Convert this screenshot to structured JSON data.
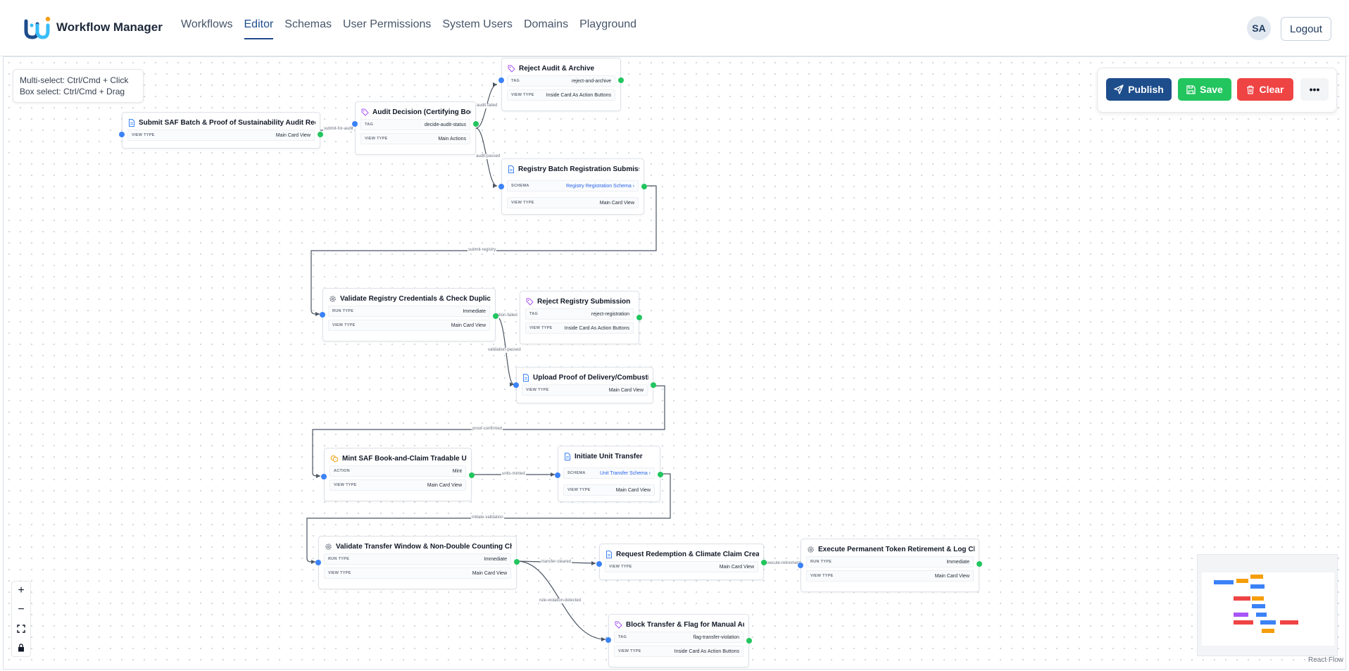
{
  "app": {
    "name": "Workflow Manager"
  },
  "nav": [
    {
      "label": "Workflows",
      "active": false
    },
    {
      "label": "Editor",
      "active": true
    },
    {
      "label": "Schemas",
      "active": false
    },
    {
      "label": "User Permissions",
      "active": false
    },
    {
      "label": "System Users",
      "active": false
    },
    {
      "label": "Domains",
      "active": false
    },
    {
      "label": "Playground",
      "active": false
    }
  ],
  "user": {
    "initials": "SA",
    "logout_label": "Logout"
  },
  "hint": {
    "line1": "Multi-select: Ctrl/Cmd + Click",
    "line2": "Box select: Ctrl/Cmd + Drag"
  },
  "toolbar": {
    "publish": "Publish",
    "save": "Save",
    "clear": "Clear",
    "more": "•••"
  },
  "colors": {
    "publish": "#1e4d8c",
    "save": "#22c55e",
    "clear": "#ef4444",
    "handle_in": "#3b82f6",
    "handle_out": "#22c55e"
  },
  "nodes": [
    {
      "id": "n1",
      "title": "Submit SAF Batch & Proof of Sustainability Audit Request",
      "icon": "document-icon",
      "rows": [
        {
          "key": "VIEW TYPE",
          "value": "Main Card View"
        }
      ]
    },
    {
      "id": "n2",
      "title": "Audit Decision (Certifying Body)",
      "icon": "tag-icon",
      "rows": [
        {
          "key": "TAG",
          "value": "decide-audit-status"
        },
        {
          "key": "VIEW TYPE",
          "value": "Main Actions"
        }
      ]
    },
    {
      "id": "n3",
      "title": "Reject Audit & Archive",
      "icon": "tag-icon",
      "rows": [
        {
          "key": "TAG",
          "value": "reject-and-archive"
        },
        {
          "key": "VIEW TYPE",
          "value": "Inside Card As Action Buttons"
        }
      ]
    },
    {
      "id": "n4",
      "title": "Registry Batch Registration Submission",
      "icon": "document-icon",
      "rows": [
        {
          "key": "SCHEMA",
          "value": "Registry Registration Schema",
          "link": true
        },
        {
          "key": "VIEW TYPE",
          "value": "Main Card View"
        }
      ]
    },
    {
      "id": "n5",
      "title": "Validate Registry Credentials & Check Duplicates",
      "icon": "gear-icon",
      "rows": [
        {
          "key": "RUN TYPE",
          "value": "Immediate"
        },
        {
          "key": "VIEW TYPE",
          "value": "Main Card View"
        }
      ]
    },
    {
      "id": "n6",
      "title": "Reject Registry Submission",
      "icon": "tag-icon",
      "rows": [
        {
          "key": "TAG",
          "value": "reject-registration"
        },
        {
          "key": "VIEW TYPE",
          "value": "Inside Card As Action Buttons"
        }
      ]
    },
    {
      "id": "n7",
      "title": "Upload Proof of Delivery/Combustion",
      "icon": "document-icon",
      "rows": [
        {
          "key": "VIEW TYPE",
          "value": "Main Card View"
        }
      ]
    },
    {
      "id": "n8",
      "title": "Mint SAF Book-and-Claim Tradable Units",
      "icon": "coins-icon",
      "rows": [
        {
          "key": "ACTION",
          "value": "Mint"
        },
        {
          "key": "VIEW TYPE",
          "value": "Main Card View"
        }
      ]
    },
    {
      "id": "n9",
      "title": "Initiate Unit Transfer",
      "icon": "document-icon",
      "rows": [
        {
          "key": "SCHEMA",
          "value": "Unit Transfer Schema",
          "link": true
        },
        {
          "key": "VIEW TYPE",
          "value": "Main Card View"
        }
      ]
    },
    {
      "id": "n10",
      "title": "Validate Transfer Window & Non-Double Counting Check",
      "icon": "gear-icon",
      "rows": [
        {
          "key": "RUN TYPE",
          "value": "Immediate"
        },
        {
          "key": "VIEW TYPE",
          "value": "Main Card View"
        }
      ]
    },
    {
      "id": "n11",
      "title": "Request Redemption & Climate Claim Creation",
      "icon": "document-icon",
      "rows": [
        {
          "key": "VIEW TYPE",
          "value": "Main Card View"
        }
      ]
    },
    {
      "id": "n12",
      "title": "Execute Permanent Token Retirement & Log Claims",
      "icon": "gear-icon",
      "rows": [
        {
          "key": "RUN TYPE",
          "value": "Immediate"
        },
        {
          "key": "VIEW TYPE",
          "value": "Main Card View"
        }
      ]
    },
    {
      "id": "n13",
      "title": "Block Transfer & Flag for Manual Audit",
      "icon": "tag-icon",
      "rows": [
        {
          "key": "TAG",
          "value": "flag-transfer-violation"
        },
        {
          "key": "VIEW TYPE",
          "value": "Inside Card As Action Buttons"
        }
      ]
    }
  ],
  "edges": [
    {
      "label": "submit-for-audit"
    },
    {
      "label": "audit-failed"
    },
    {
      "label": "audit-passed"
    },
    {
      "label": "submit-registry"
    },
    {
      "label": "validation-failed"
    },
    {
      "label": "validation-passed"
    },
    {
      "label": "proof-confirmed"
    },
    {
      "label": "units-minted"
    },
    {
      "label": "initiate-validation"
    },
    {
      "label": "transfer-cleared"
    },
    {
      "label": "execute-retirement"
    },
    {
      "label": "rule-violation-detected"
    }
  ],
  "zoom_controls": {
    "zoom_in": "+",
    "zoom_out": "−"
  },
  "attribution": "React Flow"
}
